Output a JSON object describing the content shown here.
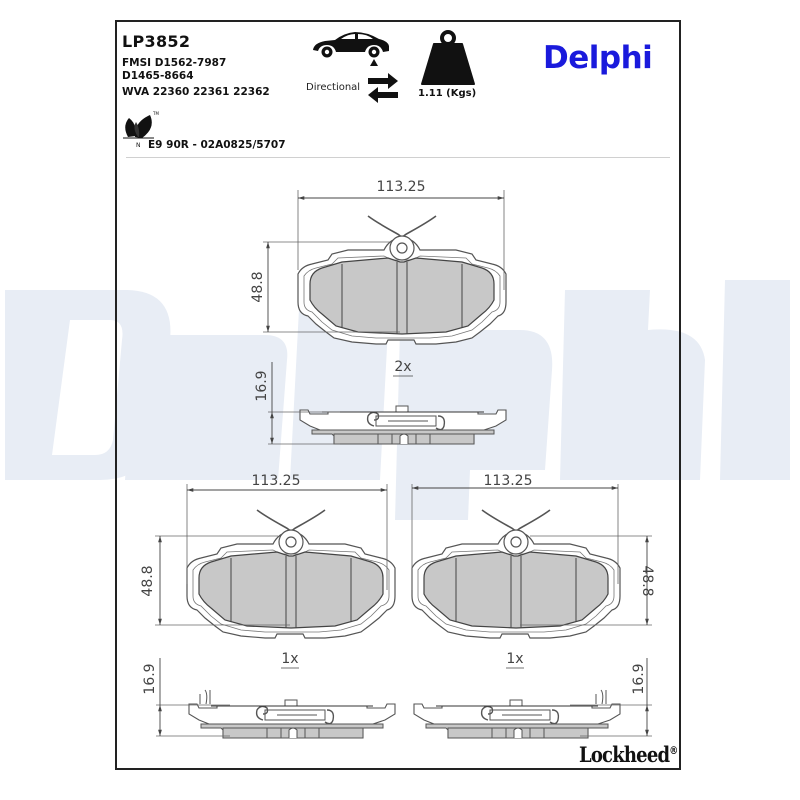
{
  "product": {
    "part_number": "LP3852",
    "fmsi_line1": "FMSI D1562-7987",
    "fmsi_line2": "D1465-8664",
    "wva": "WVA 22360 22361 22362",
    "approval": "E9 90R - 02A0825/5707",
    "axle_icon": "car-rear-axle-icon",
    "directional_label": "Directional",
    "directional_icon": "swap-arrows-icon",
    "weight_icon": "weight-icon",
    "weight": "1.11 (Kgs)",
    "eco_icon": "leaf-icon"
  },
  "brand": {
    "name": "Delphi",
    "color": "#1a1adc",
    "watermark_color": "#e8edf5",
    "sub_brand": "Lockheed",
    "sub_brand_mark": "®"
  },
  "drawings": {
    "top_pad": {
      "width": "113.25",
      "height": "48.8"
    },
    "top_profile": {
      "thickness": "16.9",
      "quantity": "2x"
    },
    "bottom_left_pad": {
      "width": "113.25",
      "height": "48.8"
    },
    "bottom_right_pad": {
      "width": "113.25",
      "height": "48.8"
    },
    "bottom_left_profile": {
      "thickness": "16.9",
      "quantity": "1x"
    },
    "bottom_right_profile": {
      "thickness": "16.9",
      "quantity": "1x"
    },
    "colors": {
      "friction": "#c8c8c8",
      "line": "#444444",
      "plate": "#ffffff"
    }
  }
}
